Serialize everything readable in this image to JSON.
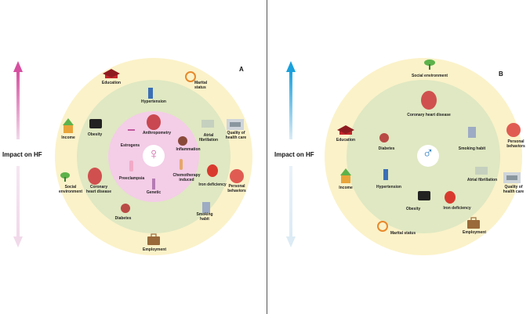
{
  "panelA": {
    "letter": "A",
    "axis_label": "Impact  on HF",
    "arrow_color": "#d64fa0",
    "arrow_fade_color": "#f1d9ea",
    "center_symbol": "♀",
    "inner_labels": {
      "anthropometry": "Anthropometry",
      "estrogens": "Estrogens",
      "inflammation": "Inflammation",
      "preeclampsia": "Preeclampsia",
      "genetic": "Genetic",
      "chemotherapy": "Chemotherapy\ninduced"
    },
    "middle_labels": {
      "hypertension": "Hypertension",
      "obesity": "Obesity",
      "atrial_fibrillation": "Atrial\nfibrillation",
      "iron_deficiency": "Iron deficiency",
      "smoking_habit": "Smoking\nhabit",
      "diabetes": "Diabetes",
      "coronary": "Coronary\nheart disease"
    },
    "outer_labels": {
      "education": "Education",
      "marital_status": "Marital\nstatus",
      "income": "Income",
      "quality_health_care": "Quality of\nhealth care",
      "personal_behaviors": "Personal\nbehaviors",
      "social_environment": "Social\nenvironment",
      "employment": "Employment"
    }
  },
  "panelB": {
    "letter": "B",
    "axis_label": "Impact  on HF",
    "arrow_color": "#1aa0dc",
    "arrow_fade_color": "#dcebf5",
    "center_symbol": "♂",
    "middle_labels": {
      "coronary": "Coronary heart disease",
      "diabetes": "Diabetes",
      "smoking_habit": "Smoking habit",
      "hypertension": "Hypertension",
      "atrial_fibrillation": "Atrial fibrillation",
      "obesity": "Obesity",
      "iron_deficiency": "Iron deficiency"
    },
    "outer_labels": {
      "social_environment": "Social environment",
      "education": "Education",
      "personal_behaviors": "Personal\nbehaviors",
      "income": "Income",
      "quality_health_care": "Quality of\nhealth care",
      "marital_status": "Marital status",
      "employment": "Employment"
    }
  },
  "colors": {
    "outer_ring": "#fbf2c9",
    "middle_ring": "#dfe8c2",
    "inner_circle": "#f4cde7",
    "female": "#d36aa9",
    "male": "#2e7fc4"
  }
}
